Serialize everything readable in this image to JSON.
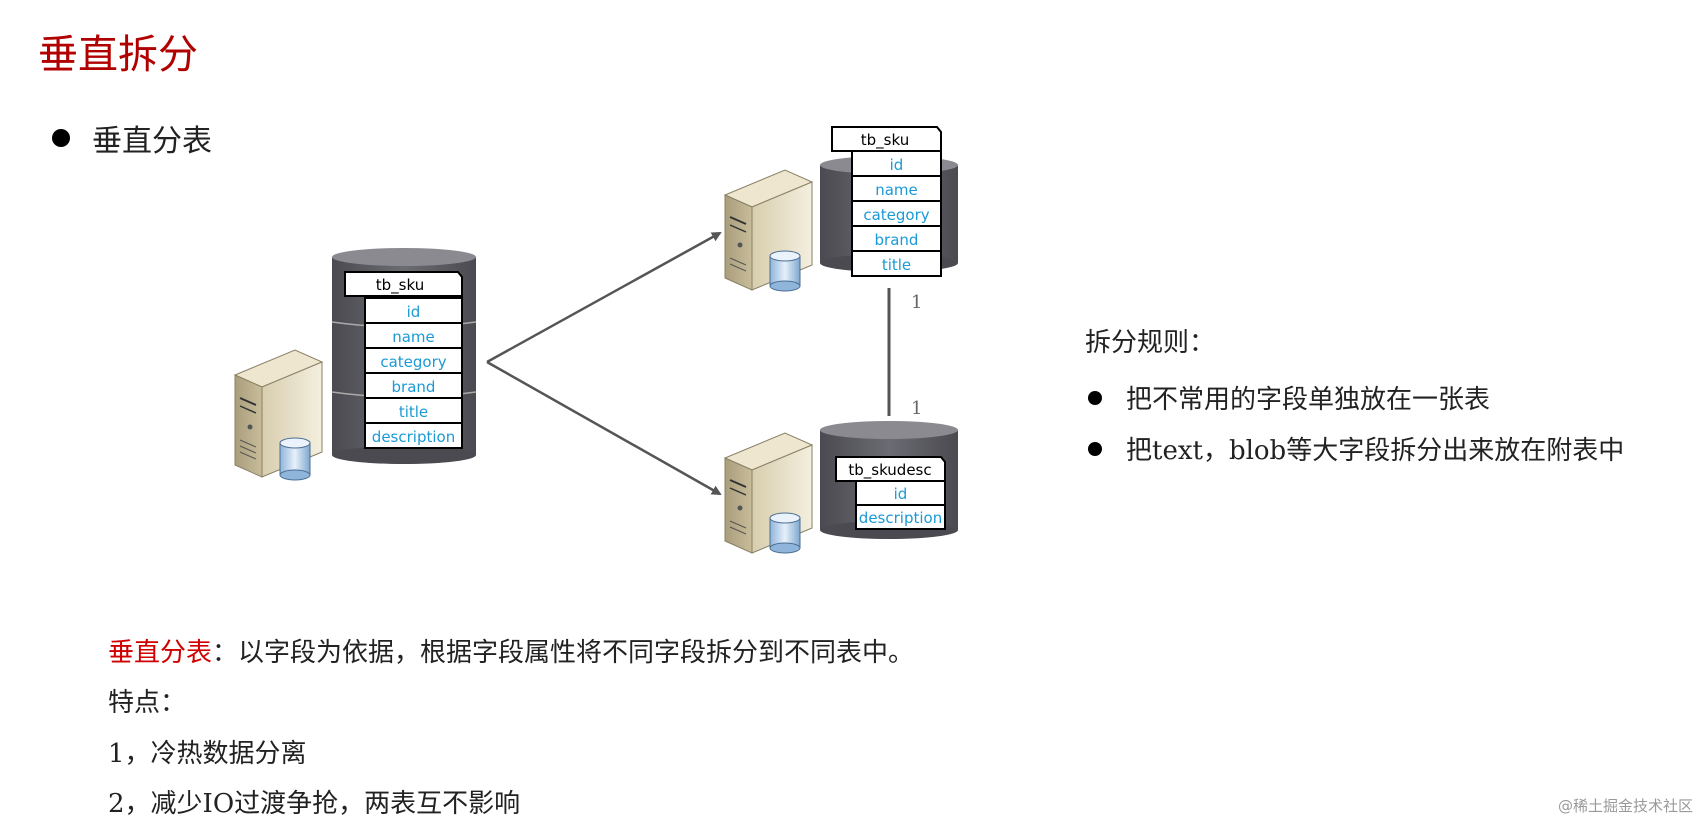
{
  "page": {
    "title": "垂直拆分",
    "bullet_main": "垂直分表"
  },
  "diagram": {
    "source_table": {
      "name": "tb_sku",
      "fields": [
        "id",
        "name",
        "category",
        "brand",
        "title",
        "description"
      ]
    },
    "split_table_top": {
      "name": "tb_sku",
      "fields": [
        "id",
        "name",
        "category",
        "brand",
        "title"
      ]
    },
    "split_table_bottom": {
      "name": "tb_skudesc",
      "fields": [
        "id",
        "description"
      ]
    },
    "relation": {
      "top_label": "1",
      "bottom_label": "1"
    }
  },
  "rules": {
    "title": "拆分规则：",
    "items": [
      "把不常用的字段单独放在一张表",
      "把text，blob等大字段拆分出来放在附表中"
    ]
  },
  "description": {
    "highlight": "垂直分表",
    "text": "：以字段为依据，根据字段属性将不同字段拆分到不同表中。",
    "features_title": "特点：",
    "features": [
      "1，冷热数据分离",
      "2，减少IO过渡争抢，两表互不影响"
    ]
  },
  "watermark": "@稀土掘金技术社区",
  "colors": {
    "title": "#b00000",
    "highlight": "#d00000",
    "field_text": "#1a9ad6",
    "cylinder": "#5a5a5f",
    "arrow": "#555555"
  }
}
